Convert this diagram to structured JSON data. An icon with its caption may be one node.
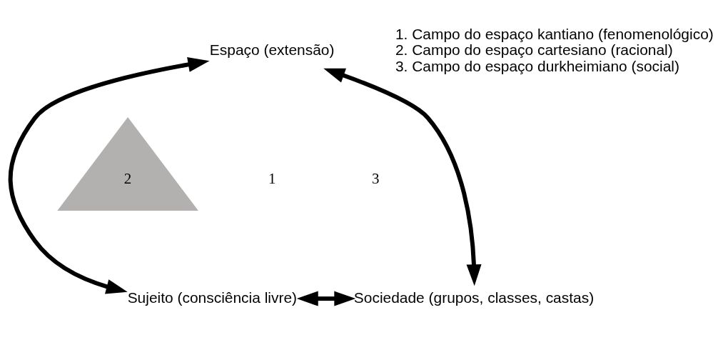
{
  "diagram": {
    "nodes": [
      {
        "text": [
          "Espaço (extensão)"
        ]
      },
      {
        "text": [
          "Sujeito (consciência livre)"
        ]
      },
      {
        "text": [
          "Sociedade (grupos, classes, castas)"
        ]
      },
      {
        "text": [
          "2"
        ]
      }
    ],
    "edges": [
      {
        "from": 0,
        "to": 1,
        "arrow": "both"
      },
      {
        "from": 0,
        "to": 2,
        "arrow": "both"
      },
      {
        "from": 1,
        "to": 2,
        "arrow": "both"
      }
    ],
    "labels": [
      "1. Campo do espaço kantiano (fenomenológico)",
      "2. Campo do espaço cartesiano (racional)",
      "3. Campo do espaço durkheimiano (social)",
      "1",
      "3"
    ]
  }
}
